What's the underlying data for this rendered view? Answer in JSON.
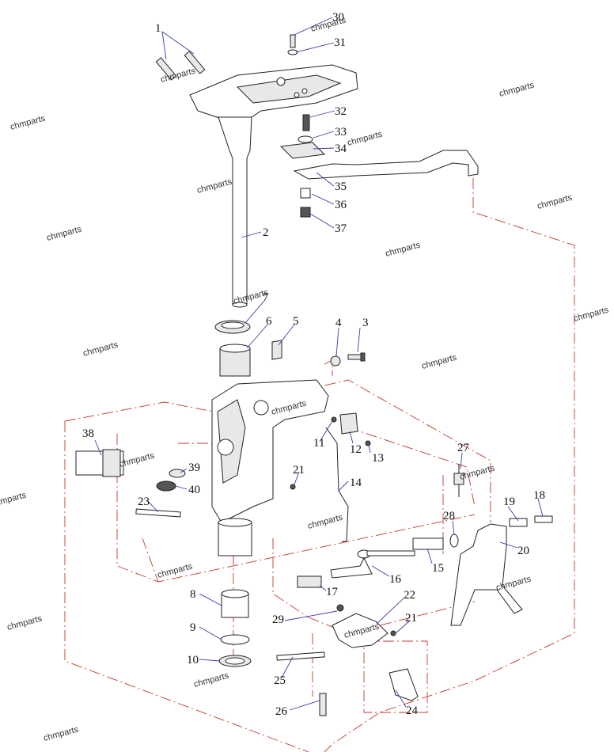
{
  "watermark": "chmparts",
  "callouts": [
    "1",
    "2",
    "3",
    "4",
    "5",
    "6",
    "7",
    "8",
    "9",
    "10",
    "11",
    "12",
    "13",
    "14",
    "15",
    "16",
    "17",
    "18",
    "19",
    "20",
    "21",
    "21",
    "22",
    "23",
    "24",
    "25",
    "26",
    "27",
    "28",
    "29",
    "30",
    "31",
    "32",
    "33",
    "34",
    "35",
    "36",
    "37",
    "38",
    "39",
    "40"
  ],
  "colors": {
    "leader": "#3b3bb0",
    "dashed_outline": "#c0392b",
    "line": "#222222"
  }
}
